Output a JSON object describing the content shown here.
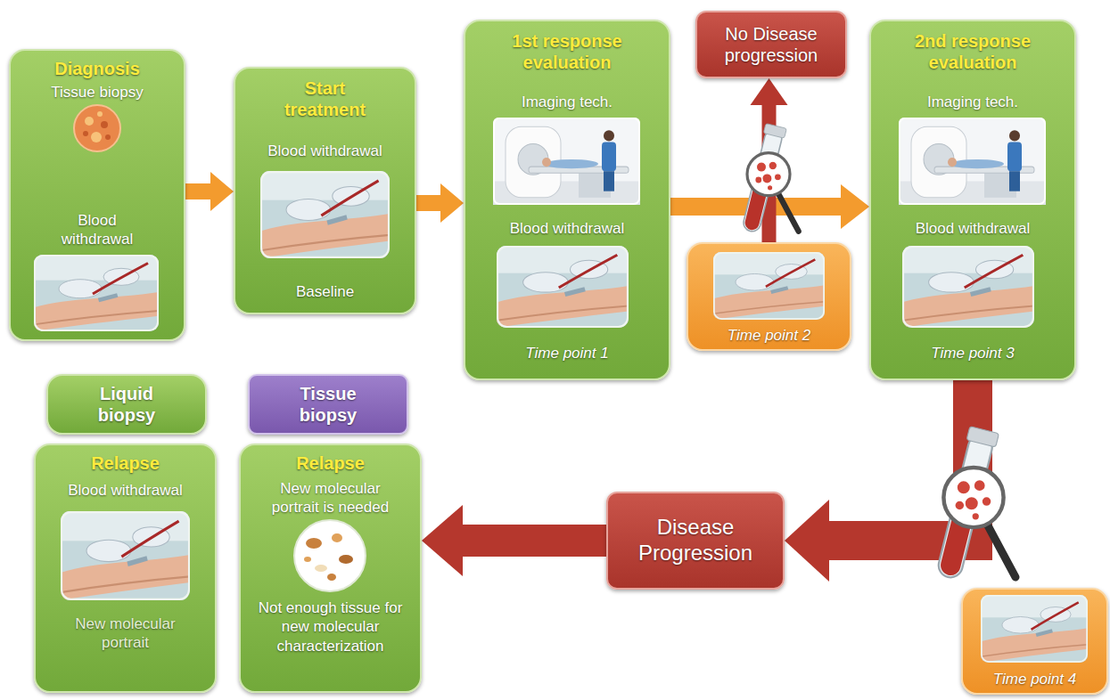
{
  "diagram": {
    "nodes": [
      {
        "text": [
          "Diagnosis",
          "Tissue biopsy",
          "Blood withdrawal"
        ]
      },
      {
        "text": [
          "Start treatment",
          "Blood withdrawal",
          "Baseline"
        ]
      },
      {
        "text": [
          "1st response evaluation",
          "Imaging tech.",
          "Blood withdrawal",
          "Time point 1"
        ]
      },
      {
        "text": [
          "No Disease progression"
        ]
      },
      {
        "text": [
          "Time point 2"
        ]
      },
      {
        "text": [
          "2nd response evaluation",
          "Imaging tech.",
          "Blood withdrawal",
          "Time point 3"
        ]
      },
      {
        "text": [
          "Time point 4"
        ]
      },
      {
        "text": [
          "Disease Progression"
        ]
      },
      {
        "text": [
          "Liquid biopsy"
        ]
      },
      {
        "text": [
          "Tissue biopsy"
        ]
      },
      {
        "text": [
          "Relapse",
          "Blood withdrawal",
          "New molecular portrait"
        ]
      },
      {
        "text": [
          "Relapse",
          "New molecular portrait is needed",
          "Not enough tissue for new molecular characterization"
        ]
      }
    ],
    "edges": [
      {
        "from": 0,
        "to": 1,
        "arrow": "to"
      },
      {
        "from": 1,
        "to": 2,
        "arrow": "to"
      },
      {
        "from": 2,
        "to": 5,
        "arrow": "to"
      },
      {
        "from": 4,
        "to": 3,
        "arrow": "to"
      },
      {
        "from": 5,
        "to": 7,
        "arrow": "to"
      },
      {
        "from": 7,
        "to": 11,
        "arrow": "to"
      }
    ]
  }
}
